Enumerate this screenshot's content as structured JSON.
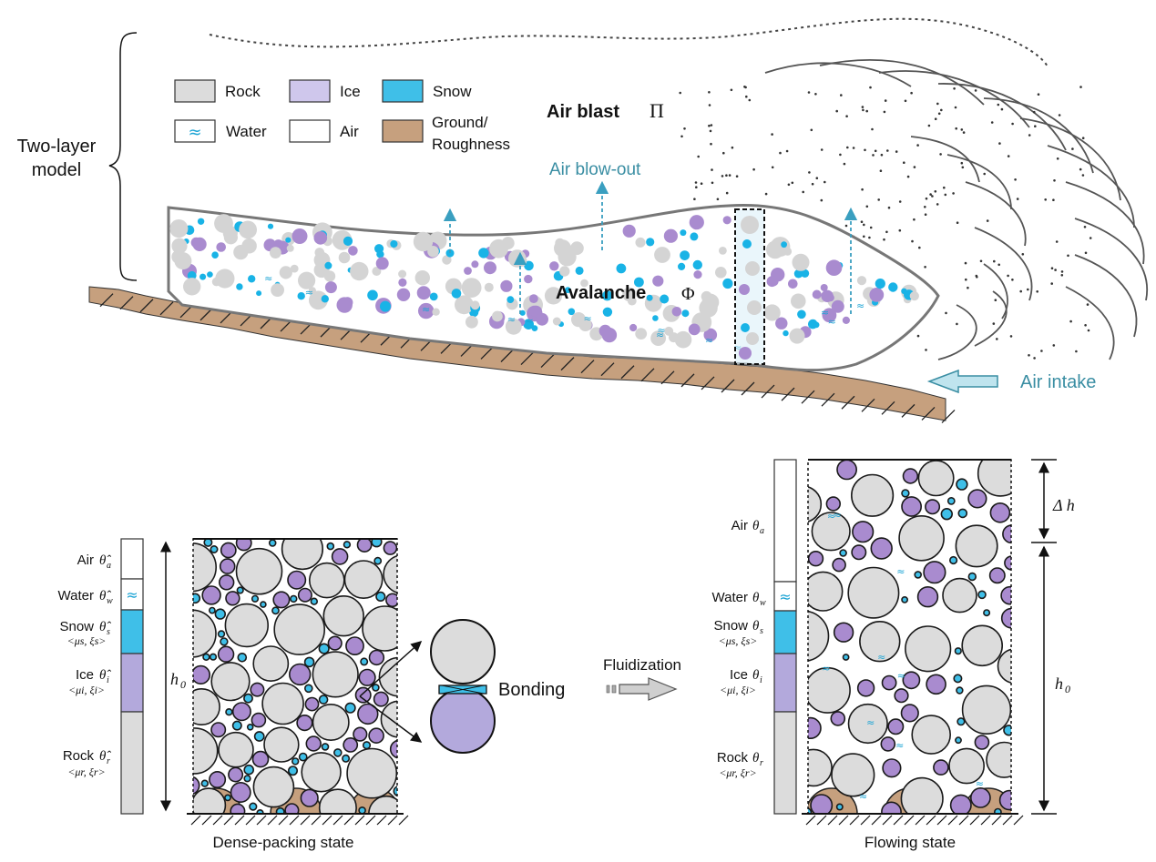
{
  "colors": {
    "rock": "#dcdcdc",
    "ice": "#b3a9dc",
    "ice_particle": "#a98bcf",
    "snow": "#3fbfe8",
    "water_glyph": "#1aa3d4",
    "air": "#ffffff",
    "ground": "#c6a07e",
    "outline": "#222222",
    "accent_teal": "#3a8ea3",
    "arrow_fill": "#bfe4ee"
  },
  "model": {
    "brace_label_line1": "Two-layer",
    "brace_label_line2": "model"
  },
  "legend": {
    "items": [
      {
        "key": "rock",
        "label": "Rock"
      },
      {
        "key": "ice",
        "label": "Ice"
      },
      {
        "key": "snow",
        "label": "Snow"
      },
      {
        "key": "water",
        "label": "Water"
      },
      {
        "key": "air",
        "label": "Air"
      },
      {
        "key": "ground",
        "label_line1": "Ground/",
        "label_line2": "Roughness"
      }
    ],
    "water_glyph": "≈"
  },
  "top": {
    "air_blast_label": "Air blast",
    "air_blast_symbol": "Π",
    "air_blowout_label": "Air blow-out",
    "avalanche_label": "Avalanche",
    "avalanche_symbol": "Φ",
    "air_intake_label": "Air intake"
  },
  "left_column": {
    "air": {
      "label": "Air",
      "symbol": "θ̂",
      "sub": "a"
    },
    "water": {
      "label": "Water",
      "symbol": "θ̂",
      "sub": "w"
    },
    "snow": {
      "label": "Snow",
      "symbol": "θ̂",
      "sub": "s",
      "params": "<μs, ξs>"
    },
    "ice": {
      "label": "Ice",
      "symbol": "θ̂",
      "sub": "i",
      "params": "<μi, ξi>"
    },
    "rock": {
      "label": "Rock",
      "symbol": "θ̂",
      "sub": "r",
      "params": "<μr, ξr>"
    },
    "height_label": "h",
    "height_sub": "0",
    "caption": "Dense-packing state"
  },
  "bonding_label": "Bonding",
  "fluidization_label": "Fluidization",
  "right_column": {
    "air": {
      "label": "Air",
      "symbol": "θ",
      "sub": "a"
    },
    "water": {
      "label": "Water",
      "symbol": "θ",
      "sub": "w"
    },
    "snow": {
      "label": "Snow",
      "symbol": "θ",
      "sub": "s",
      "params": "<μs, ξs>"
    },
    "ice": {
      "label": "Ice",
      "symbol": "θ",
      "sub": "i",
      "params": "<μi, ξi>"
    },
    "rock": {
      "label": "Rock",
      "symbol": "θ",
      "sub": "r",
      "params": "<μr, ξr>"
    },
    "delta_label": "Δ h",
    "height_label": "h",
    "height_sub": "0",
    "caption": "Flowing state"
  }
}
